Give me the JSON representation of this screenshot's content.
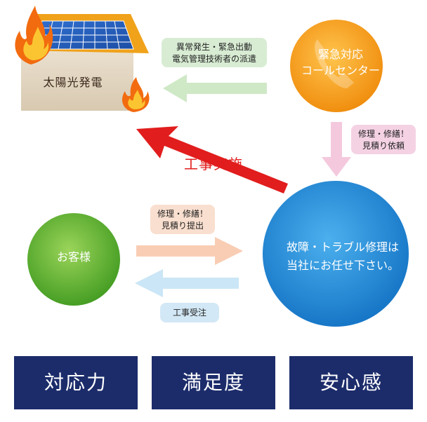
{
  "house": {
    "label": "太陽光発電"
  },
  "call_center": {
    "line1": "緊急対応",
    "line2": "コールセンター"
  },
  "customer": {
    "label": "お客様"
  },
  "repair": {
    "line1": "故障・トラブル修理は",
    "line2": "当社にお任せ下さい。"
  },
  "notes": {
    "dispatch": {
      "line1": "異常発生・緊急出動",
      "line2": "電気管理技術者の派遣"
    },
    "estimate_request": {
      "line1": "修理・修繕！",
      "line2": "見積り依頼"
    },
    "estimate_submit": {
      "line1": "修理・修繕！",
      "line2": "見積り提出"
    },
    "order": {
      "label": "工事受注"
    }
  },
  "work": {
    "label": "工事実施"
  },
  "kpis": [
    {
      "label": "対応力"
    },
    {
      "label": "満足度"
    },
    {
      "label": "安心感"
    }
  ],
  "colors": {
    "orange": "#f59b16",
    "blue": "#1a86d6",
    "green": "#58b02e",
    "navy": "#1c2c6b",
    "red_arrow": "#e11d1d"
  }
}
